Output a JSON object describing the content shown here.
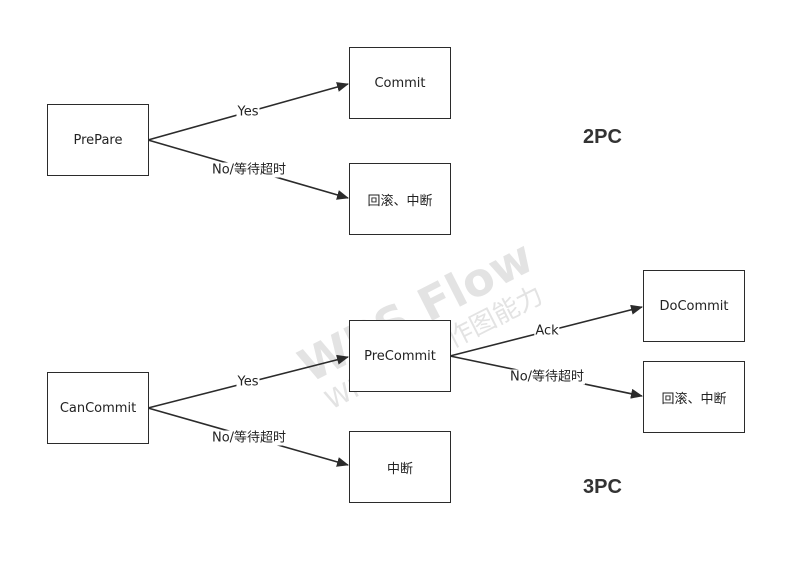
{
  "watermark": {
    "main": "WPS Flow",
    "sub": "WPS仅提供作图能力"
  },
  "sections": {
    "two_pc": {
      "title": "2PC"
    },
    "three_pc": {
      "title": "3PC"
    }
  },
  "nodes": {
    "prepare": "PrePare",
    "commit": "Commit",
    "rollback_2pc": "回滚、中断",
    "cancommit": "CanCommit",
    "precommit": "PreCommit",
    "abort_3pc": "中断",
    "docommit": "DoCommit",
    "rollback_3pc": "回滚、中断"
  },
  "edges": {
    "prepare_yes": "Yes",
    "prepare_no": "No/等待超时",
    "cancommit_yes": "Yes",
    "cancommit_no": "No/等待超时",
    "precommit_ack": "Ack",
    "precommit_no": "No/等待超时"
  }
}
